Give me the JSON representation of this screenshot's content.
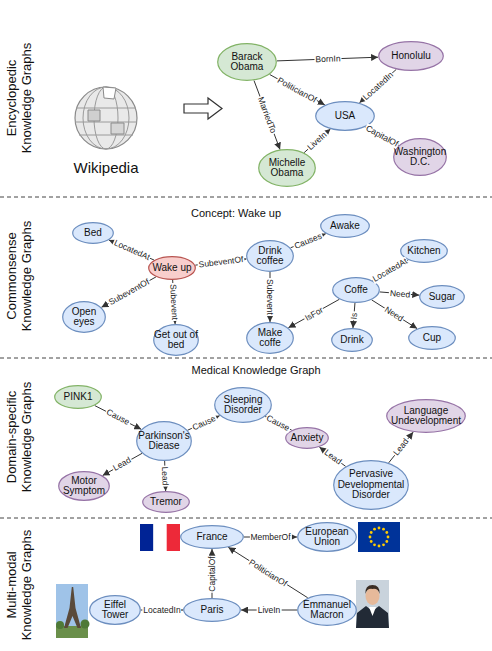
{
  "diagram": {
    "nodes": [
      {
        "text": [
          "Barack Obama"
        ]
      },
      {
        "text": [
          "Honolulu"
        ]
      },
      {
        "text": [
          "USA"
        ]
      },
      {
        "text": [
          "Michelle Obama"
        ]
      },
      {
        "text": [
          "Washington D.C."
        ]
      },
      {
        "text": [
          "Bed"
        ]
      },
      {
        "text": [
          "Awake"
        ]
      },
      {
        "text": [
          "Kitchen"
        ]
      },
      {
        "text": [
          "Drink coffee"
        ]
      },
      {
        "text": [
          "Wake up"
        ]
      },
      {
        "text": [
          "Coffe"
        ]
      },
      {
        "text": [
          "Sugar"
        ]
      },
      {
        "text": [
          "Open eyes"
        ]
      },
      {
        "text": [
          "Get out of bed"
        ]
      },
      {
        "text": [
          "Make coffe"
        ]
      },
      {
        "text": [
          "Drink"
        ]
      },
      {
        "text": [
          "Cup"
        ]
      },
      {
        "text": [
          "PINK1"
        ]
      },
      {
        "text": [
          "Sleeping Disorder"
        ]
      },
      {
        "text": [
          "Language Undevelopment"
        ]
      },
      {
        "text": [
          "Parkinson's Diease"
        ]
      },
      {
        "text": [
          "Anxiety"
        ]
      },
      {
        "text": [
          "Motor Symptom"
        ]
      },
      {
        "text": [
          "Pervasive Developmental Disorder"
        ]
      },
      {
        "text": [
          "Tremor"
        ]
      },
      {
        "text": [
          "France"
        ]
      },
      {
        "text": [
          "European Union"
        ]
      },
      {
        "text": [
          "Eiffel Tower"
        ]
      },
      {
        "text": [
          "Paris"
        ]
      },
      {
        "text": [
          "Emmanuel Macron"
        ]
      }
    ],
    "edges": [
      {
        "from": 0,
        "to": 1,
        "label": "BornIn",
        "arrow": "to"
      },
      {
        "from": 0,
        "to": 2,
        "label": "PoliticianOf",
        "arrow": "to"
      },
      {
        "from": 0,
        "to": 3,
        "label": "MarriedTo",
        "arrow": "to"
      },
      {
        "from": 1,
        "to": 2,
        "label": "LocatedIn",
        "arrow": "to"
      },
      {
        "from": 3,
        "to": 2,
        "label": "LiveIn",
        "arrow": "to"
      },
      {
        "from": 4,
        "to": 2,
        "label": "CapitalOf",
        "arrow": "to"
      },
      {
        "from": 9,
        "to": 5,
        "label": "LocatedAt",
        "arrow": "to"
      },
      {
        "from": 9,
        "to": 8,
        "label": "SubeventOf",
        "arrow": "to"
      },
      {
        "from": 9,
        "to": 12,
        "label": "SubeventOf",
        "arrow": "to"
      },
      {
        "from": 9,
        "to": 13,
        "label": "Subevent",
        "arrow": "to"
      },
      {
        "from": 8,
        "to": 6,
        "label": "Causes",
        "arrow": "to"
      },
      {
        "from": 8,
        "to": 14,
        "label": "Subevent",
        "arrow": "to"
      },
      {
        "from": 10,
        "to": 7,
        "label": "LocatedAt",
        "arrow": "to"
      },
      {
        "from": 10,
        "to": 14,
        "label": "IsFor",
        "arrow": "to"
      },
      {
        "from": 10,
        "to": 15,
        "label": "Is",
        "arrow": "to"
      },
      {
        "from": 10,
        "to": 11,
        "label": "Need",
        "arrow": "to"
      },
      {
        "from": 10,
        "to": 16,
        "label": "Need",
        "arrow": "to"
      },
      {
        "from": 17,
        "to": 20,
        "label": "Cause",
        "arrow": "to"
      },
      {
        "from": 20,
        "to": 18,
        "label": "Cause",
        "arrow": "to"
      },
      {
        "from": 21,
        "to": 18,
        "label": "Cause",
        "arrow": "to"
      },
      {
        "from": 20,
        "to": 22,
        "label": "Lead",
        "arrow": "to"
      },
      {
        "from": 20,
        "to": 24,
        "label": "Lead",
        "arrow": "to"
      },
      {
        "from": 23,
        "to": 21,
        "label": "Lead",
        "arrow": "to"
      },
      {
        "from": 23,
        "to": 19,
        "label": "Lead",
        "arrow": "to"
      },
      {
        "from": 25,
        "to": 26,
        "label": "MemberOf",
        "arrow": "to"
      },
      {
        "from": 28,
        "to": 25,
        "label": "CapitalOf",
        "arrow": "to"
      },
      {
        "from": 29,
        "to": 25,
        "label": "PoliticianOf",
        "arrow": "to"
      },
      {
        "from": 27,
        "to": 28,
        "label": "LocatedIn",
        "arrow": "to"
      },
      {
        "from": 29,
        "to": 28,
        "label": "LiveIn",
        "arrow": "to"
      }
    ],
    "labels": [
      "Encyclopedic Knowledge Graphs",
      "Wikipedia",
      "Commonsense Knowledge Graphs",
      "Concept: Wake up",
      "Domain-specific Knowledge Graphs",
      "Medical Knowledge Graph",
      "Multi-modal Knowledge Graphs"
    ]
  }
}
